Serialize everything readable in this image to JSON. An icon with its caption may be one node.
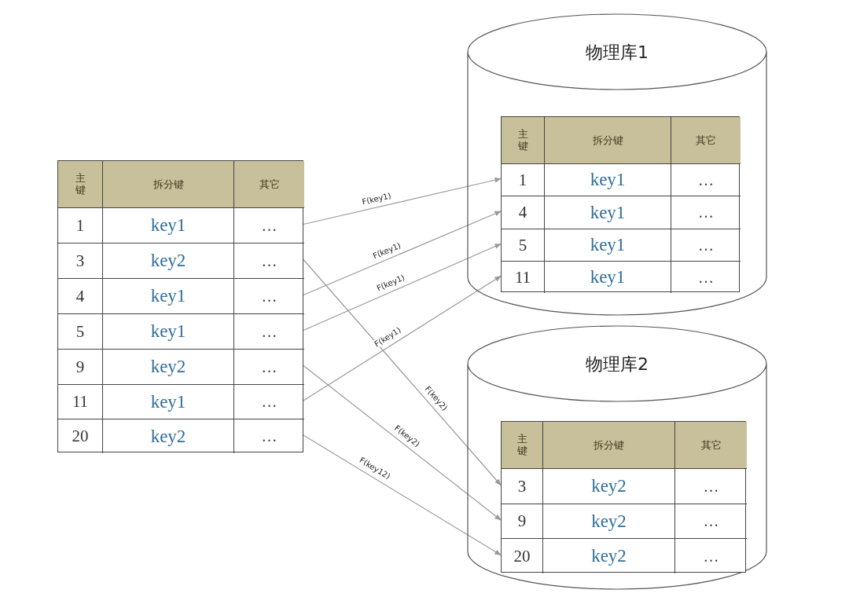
{
  "diagram": {
    "nodes": [
      {
        "text": [],
        "shape": "box"
      },
      {
        "text": [
          "主键",
          "拆分键",
          "其它"
        ],
        "in": 0
      },
      {
        "text": [
          "1",
          "key1",
          "…"
        ],
        "in": 0
      },
      {
        "text": [
          "3",
          "key2",
          "…"
        ],
        "in": 0
      },
      {
        "text": [
          "4",
          "key1",
          "…"
        ],
        "in": 0
      },
      {
        "text": [
          "5",
          "key1",
          "…"
        ],
        "in": 0
      },
      {
        "text": [
          "9",
          "key2",
          "…"
        ],
        "in": 0
      },
      {
        "text": [
          "11",
          "key1",
          "…"
        ],
        "in": 0
      },
      {
        "text": [
          "20",
          "key2",
          "…"
        ],
        "in": 0
      },
      {
        "text": [
          "物理库1"
        ]
      },
      {
        "text": [],
        "shape": "box",
        "in": 9
      },
      {
        "text": [
          "主键",
          "拆分键",
          "其它"
        ],
        "in": 10
      },
      {
        "text": [
          "1",
          "key1",
          "…"
        ],
        "in": 10
      },
      {
        "text": [
          "4",
          "key1",
          "…"
        ],
        "in": 10
      },
      {
        "text": [
          "5",
          "key1",
          "…"
        ],
        "in": 10
      },
      {
        "text": [
          "11",
          "key1",
          "…"
        ],
        "in": 10
      },
      {
        "text": [
          "物理库2"
        ]
      },
      {
        "text": [],
        "shape": "box",
        "in": 16
      },
      {
        "text": [
          "主键",
          "拆分键",
          "其它"
        ],
        "in": 17
      },
      {
        "text": [
          "3",
          "key2",
          "…"
        ],
        "in": 17
      },
      {
        "text": [
          "9",
          "key2",
          "…"
        ],
        "in": 17
      },
      {
        "text": [
          "20",
          "key2",
          "…"
        ],
        "in": 17
      }
    ],
    "edges": [
      {
        "from": 2,
        "to": 12,
        "arrow": "to",
        "label": "F(key1)"
      },
      {
        "from": 3,
        "to": 19,
        "arrow": "to",
        "label": "F(key2)"
      },
      {
        "from": 4,
        "to": 13,
        "arrow": "to",
        "label": "F(key1)"
      },
      {
        "from": 5,
        "to": 14,
        "arrow": "to",
        "label": "F(key1)"
      },
      {
        "from": 6,
        "to": 20,
        "arrow": "to",
        "label": "F(key2)"
      },
      {
        "from": 7,
        "to": 15,
        "arrow": "to",
        "label": "F(key1)"
      },
      {
        "from": 8,
        "to": 21,
        "arrow": "to",
        "label": "F(key12)"
      }
    ]
  }
}
